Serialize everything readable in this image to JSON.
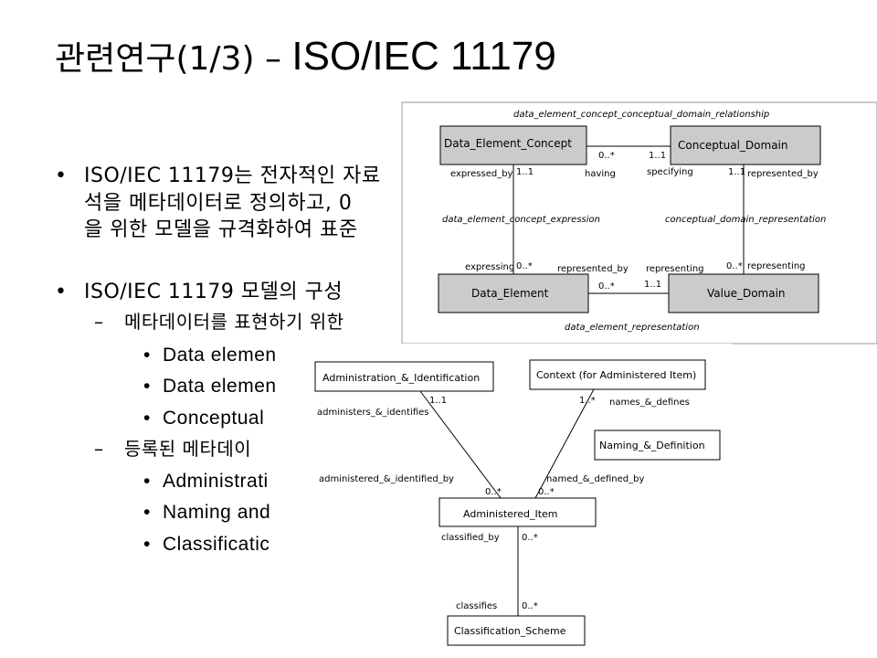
{
  "title": {
    "prefix": "관련연구(1/3) – ",
    "main": "ISO/IEC 11179"
  },
  "bullets": {
    "b1_line1": "ISO/IEC 11179는 전자적인 자료",
    "b1_line2": "석을 메타데이터로 정의하고, 0",
    "b1_line3": "을 위한 모델을 규격화하여 표준",
    "b2": "ISO/IEC 11179 모델의 구성",
    "sub1": "메타데이터를 표현하기 위한",
    "sub1_items": [
      "Data elemen",
      "Data elemen",
      "Conceptual"
    ],
    "sub2": "등록된 메타데이",
    "sub2_items": [
      "Administrati",
      "Naming and",
      "Classificatic"
    ]
  },
  "diagram_top": {
    "boxes": {
      "data_element_concept": "Data_Element_Concept",
      "conceptual_domain": "Conceptual_Domain",
      "data_element": "Data_Element",
      "value_domain": "Value_Domain"
    },
    "relationships": {
      "top": "data_element_concept_conceptual_domain_relationship",
      "left": "data_element_concept_expression",
      "right": "conceptual_domain_representation",
      "bottom": "data_element_representation"
    },
    "roles": {
      "expressed_by": "expressed_by",
      "having": "having",
      "specifying": "specifying",
      "represented_by_cd": "represented_by",
      "expressing": "expressing",
      "represented_by_de": "represented_by",
      "representing_vd": "representing",
      "representing_cd": "representing"
    },
    "multiplicities": {
      "dec_cd_left": "0..*",
      "dec_cd_right": "1..1",
      "dec_down": "1..1",
      "cd_down": "1..1",
      "de_up": "0..*",
      "vd_up": "0..*",
      "de_vd_left": "0..*",
      "de_vd_right": "1..1"
    }
  },
  "diagram_bottom": {
    "boxes": {
      "admin_id": "Administration_&_Identification",
      "context": "Context (for Administered Item)",
      "naming": "Naming_&_Definition",
      "administered_item": "Administered_Item",
      "classification_scheme": "Classification_Scheme"
    },
    "roles": {
      "administers": "administers_&_identifies",
      "names_defines": "names_&_defines",
      "administered_by": "administered_&_identified_by",
      "named_defined_by": "named_&_defined_by",
      "classified_by": "classified_by",
      "classifies": "classifies"
    },
    "multiplicities": {
      "admin_top": "1..1",
      "context_top": "1..*",
      "ai_left": "0..*",
      "ai_right": "0..*",
      "ai_down": "0..*",
      "cs_up": "0..*"
    }
  }
}
